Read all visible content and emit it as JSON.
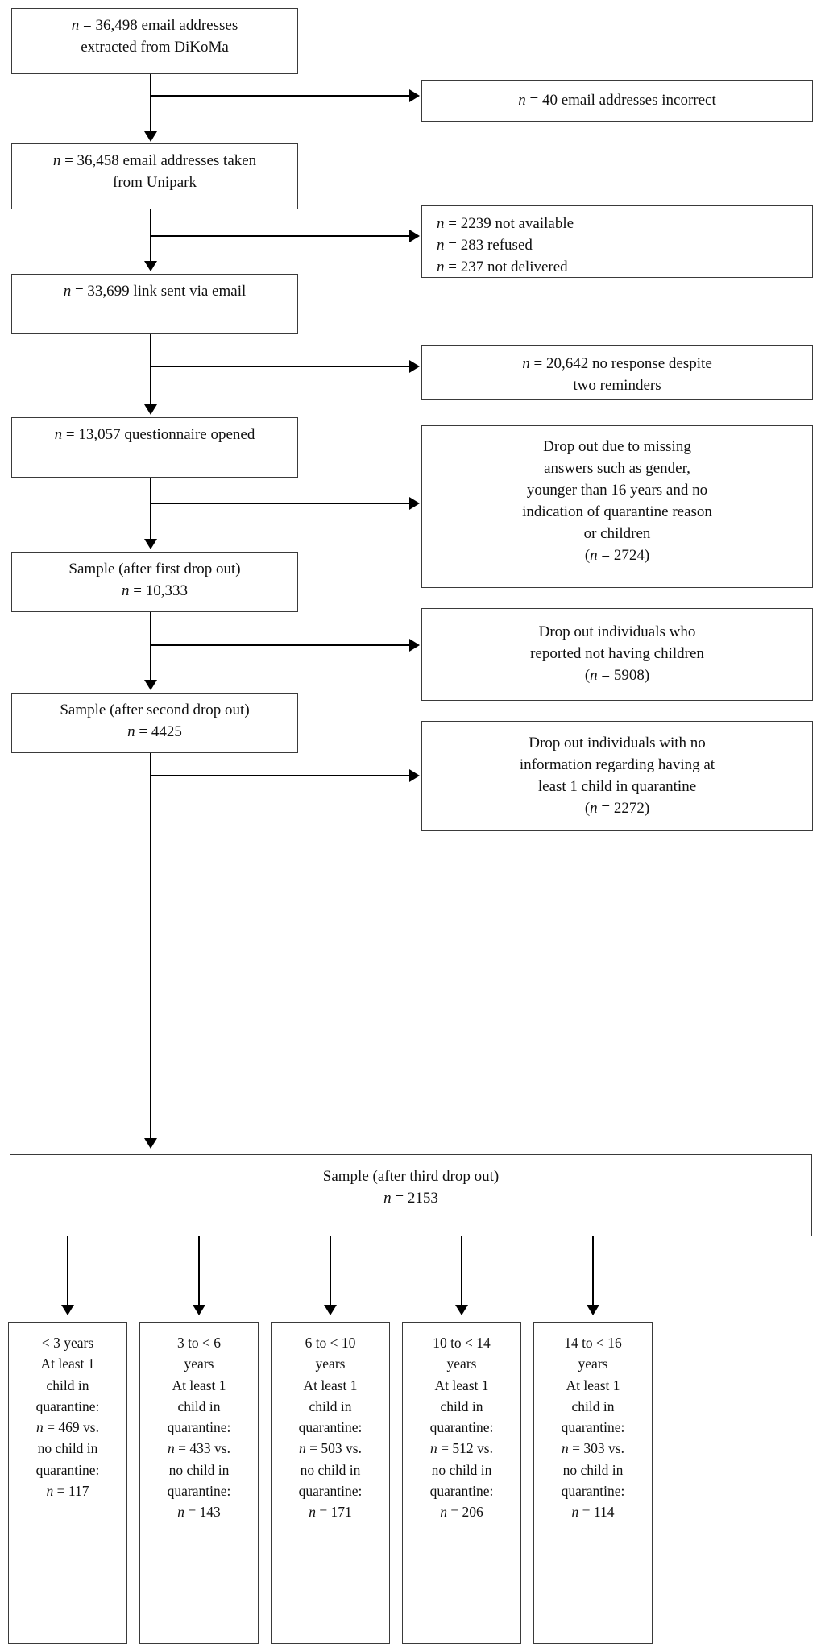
{
  "figure": {
    "type": "flowchart",
    "description": "Participant flow diagram of email recruitment, questionnaire response and drop-out steps leading to age-stratified subsamples",
    "colors": {
      "box_border": "#3a3a3a",
      "connector": "#000000",
      "background": "#ffffff",
      "text": "#111111"
    }
  },
  "main_flow": [
    {
      "id": "extracted",
      "lines": [
        {
          "italic_n": "n",
          "rest": " = 36,498 email addresses"
        },
        {
          "italic_n": "",
          "rest": "extracted from DiKoMa"
        }
      ]
    },
    {
      "id": "unipark",
      "lines": [
        {
          "italic_n": "n",
          "rest": " = 36,458 email addresses taken"
        },
        {
          "italic_n": "",
          "rest": "from Unipark"
        }
      ]
    },
    {
      "id": "link_sent",
      "lines": [
        {
          "italic_n": "n",
          "rest": " = 33,699 link sent via email"
        }
      ]
    },
    {
      "id": "questionnaire_opened",
      "lines": [
        {
          "italic_n": "n",
          "rest": " = 13,057 questionnaire opened"
        }
      ]
    },
    {
      "id": "sample_first",
      "lines": [
        {
          "italic_n": "",
          "rest": "Sample (after first drop out)"
        },
        {
          "italic_n": "n",
          "rest": " = 10,333"
        }
      ]
    },
    {
      "id": "sample_second",
      "lines": [
        {
          "italic_n": "",
          "rest": "Sample (after second drop out)"
        },
        {
          "italic_n": "n",
          "rest": " = 4425"
        }
      ]
    },
    {
      "id": "sample_third",
      "lines": [
        {
          "italic_n": "",
          "rest": "Sample (after third drop out)"
        },
        {
          "italic_n": "n",
          "rest": " = 2153"
        }
      ]
    }
  ],
  "exclusions": [
    {
      "id": "incorrect",
      "align": "center",
      "lines": [
        {
          "italic_n": "n",
          "rest": " = 40 email addresses incorrect"
        }
      ]
    },
    {
      "id": "not_available",
      "align": "left",
      "lines": [
        {
          "italic_n": "n",
          "rest": " = 2239 not available"
        },
        {
          "italic_n": "n",
          "rest": " = 283 refused"
        },
        {
          "italic_n": "n",
          "rest": " = 237 not delivered"
        }
      ]
    },
    {
      "id": "no_response",
      "align": "center",
      "lines": [
        {
          "italic_n": "n",
          "rest": " = 20,642 no response despite"
        },
        {
          "italic_n": "",
          "rest": "two reminders"
        }
      ]
    },
    {
      "id": "drop_missing",
      "align": "center",
      "lines": [
        {
          "italic_n": "",
          "rest": "Drop out due to missing"
        },
        {
          "italic_n": "",
          "rest": "answers such as gender,"
        },
        {
          "italic_n": "",
          "rest": "younger than 16 years and no"
        },
        {
          "italic_n": "",
          "rest": "indication of quarantine reason"
        },
        {
          "italic_n": "",
          "rest": "or children"
        },
        {
          "italic_n": "",
          "rest": "(n = 2724)"
        }
      ]
    },
    {
      "id": "drop_no_children",
      "align": "center",
      "lines": [
        {
          "italic_n": "",
          "rest": "Drop out individuals who"
        },
        {
          "italic_n": "",
          "rest": "reported not having children"
        },
        {
          "italic_n": "",
          "rest": "(n = 5908)"
        }
      ]
    },
    {
      "id": "drop_no_info",
      "align": "center",
      "lines": [
        {
          "italic_n": "",
          "rest": "Drop out individuals with no"
        },
        {
          "italic_n": "",
          "rest": "information regarding having at"
        },
        {
          "italic_n": "",
          "rest": "least 1 child in quarantine"
        },
        {
          "italic_n": "",
          "rest": "(n = 2272)"
        }
      ]
    }
  ],
  "age_groups": [
    {
      "id": "age_lt3",
      "lines": [
        "< 3 years",
        "At least 1",
        "child in",
        "quarantine:",
        "n = 469 vs.",
        "no child in",
        "quarantine:",
        "n = 117"
      ]
    },
    {
      "id": "age_3to6",
      "lines": [
        "3 to < 6",
        "years",
        "At least 1",
        "child in",
        "quarantine:",
        "n = 433 vs.",
        "no child in",
        "quarantine:",
        "n = 143"
      ]
    },
    {
      "id": "age_6to10",
      "lines": [
        "6 to < 10",
        "years",
        "At least 1",
        "child in",
        "quarantine:",
        "n = 503 vs.",
        "no child in",
        "quarantine:",
        "n = 171"
      ]
    },
    {
      "id": "age_10to14",
      "lines": [
        "10 to < 14",
        "years",
        "At least 1",
        "child in",
        "quarantine:",
        "n = 512 vs.",
        "no child in",
        "quarantine:",
        "n = 206"
      ]
    },
    {
      "id": "age_14to16",
      "lines": [
        "14 to < 16",
        "years",
        "At least 1",
        "child in",
        "quarantine:",
        "n = 303 vs.",
        "no child in",
        "quarantine:",
        "n = 114"
      ]
    }
  ]
}
